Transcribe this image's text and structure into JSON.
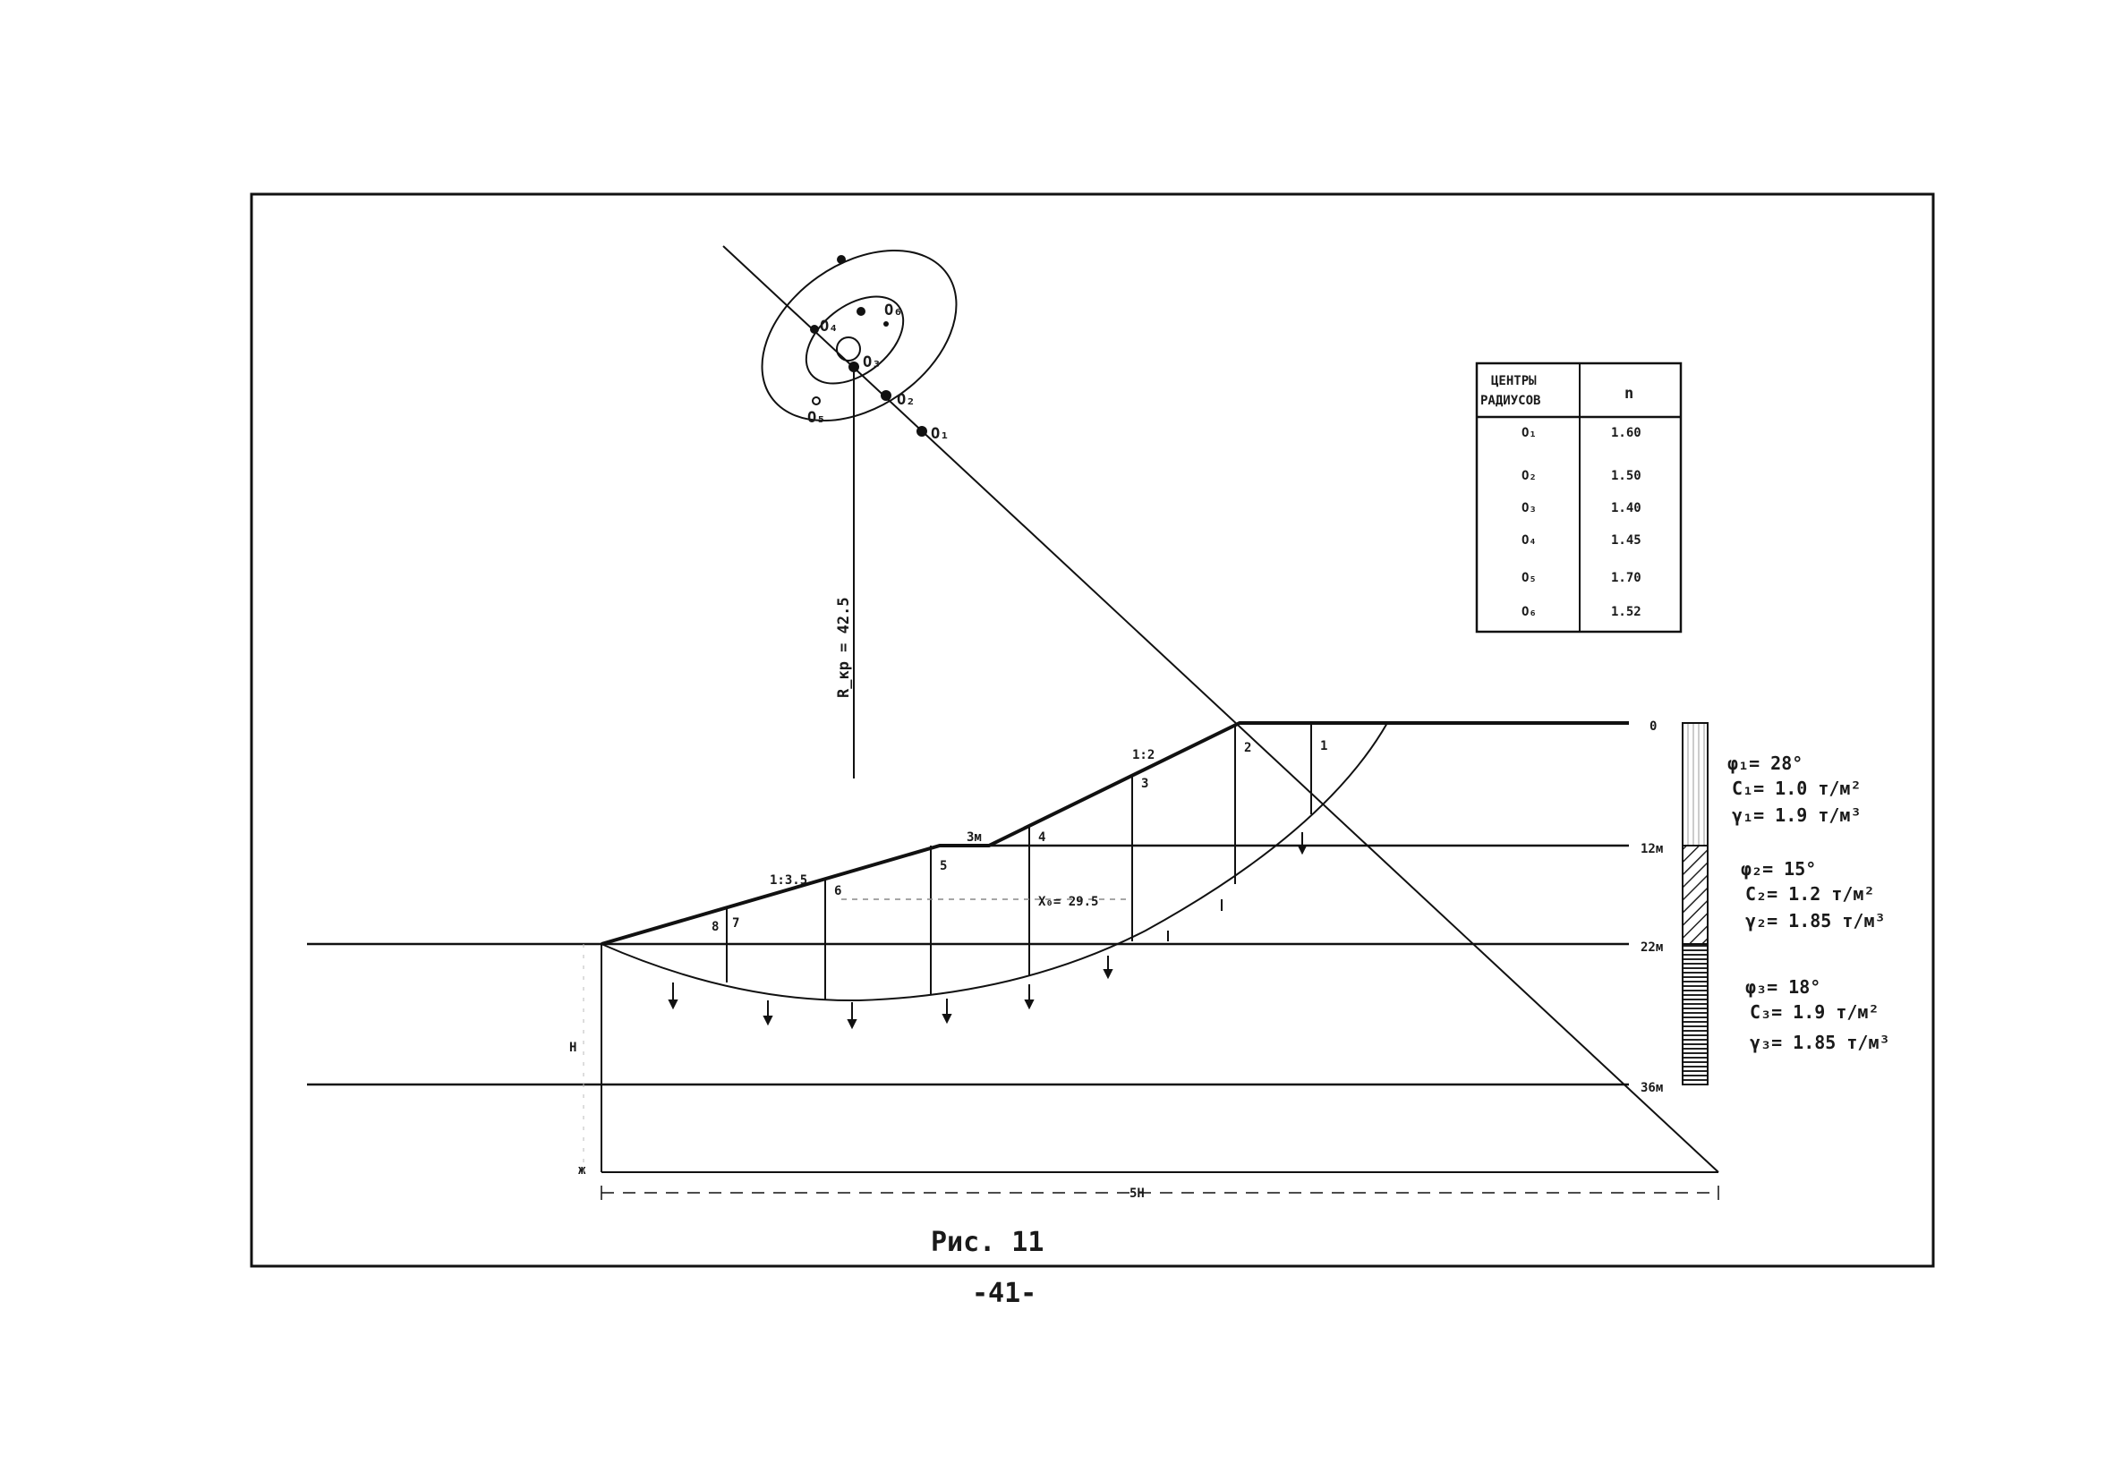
{
  "figure": {
    "caption": "Рис. 11",
    "page_number": "-41-"
  },
  "centers_table": {
    "header_left": [
      "ЦЕНТРЫ",
      "РАДИУСОВ"
    ],
    "header_right": "n",
    "rows": [
      {
        "center": "O₁",
        "n": "1.60"
      },
      {
        "center": "O₂",
        "n": "1.50"
      },
      {
        "center": "O₃",
        "n": "1.40"
      },
      {
        "center": "O₄",
        "n": "1.45"
      },
      {
        "center": "O₅",
        "n": "1.70"
      },
      {
        "center": "O₆",
        "n": "1.52"
      }
    ]
  },
  "center_labels": {
    "o1": "O₁",
    "o2": "O₂",
    "o3": "O₃",
    "o4": "O₄",
    "o5": "O₅",
    "o6": "O₆"
  },
  "radius_label": "R_кр = 42.5",
  "slopes": {
    "upper": "1:2",
    "lower": "1:3.5",
    "berm": "3м"
  },
  "slices": [
    "1",
    "2",
    "3",
    "4",
    "5",
    "6",
    "7",
    "8"
  ],
  "x_label": "X₀= 29.5",
  "bottom_dimension": "5H",
  "left_markers": {
    "h": "H",
    "tick": "ж"
  },
  "depths": {
    "d0": "0",
    "d12": "12м",
    "d22": "22м",
    "d36": "36м"
  },
  "layers": [
    {
      "phi": "φ₁= 28°",
      "c": "C₁= 1.0 т/м²",
      "gamma": "γ₁= 1.9 т/м³"
    },
    {
      "phi": "φ₂= 15°",
      "c": "C₂= 1.2 т/м²",
      "gamma": "γ₂= 1.85 т/м³"
    },
    {
      "phi": "φ₃= 18°",
      "c": "C₃= 1.9 т/м²",
      "gamma": "γ₃= 1.85 т/м³"
    }
  ]
}
